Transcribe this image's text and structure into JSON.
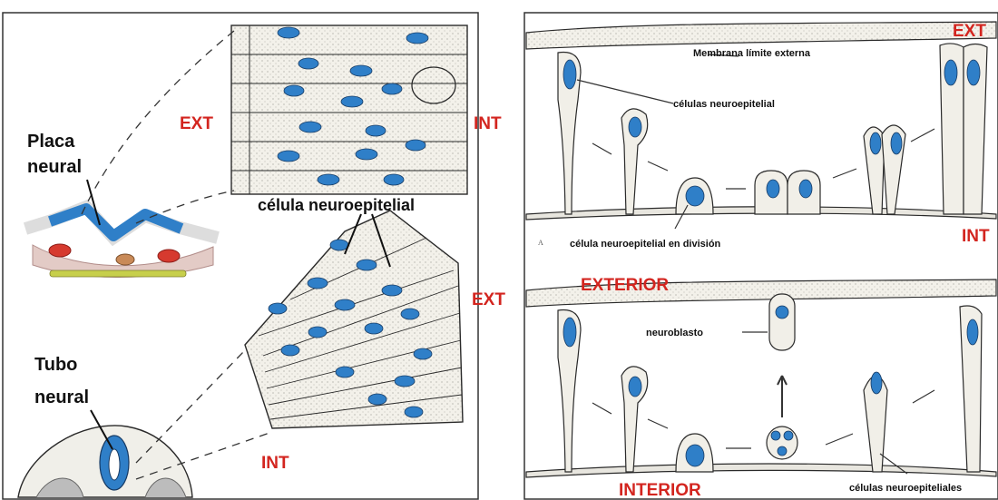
{
  "left_panel": {
    "labels": {
      "placa_neural_line1": "Placa",
      "placa_neural_line2": "neural",
      "tubo_neural_line1": "Tubo",
      "tubo_neural_line2": "neural",
      "celula_neuroepitelial": "célula neuroepitelial",
      "ext_top": "EXT",
      "int_top": "INT",
      "ext_mid": "EXT",
      "int_bottom": "INT"
    }
  },
  "right_panel": {
    "top": {
      "ext": "EXT",
      "int": "INT",
      "membrana": "Membrana límite externa",
      "celulas": "células neuroepitelial",
      "division": "célula neuroepitelial en división",
      "letter": "A"
    },
    "bottom": {
      "exterior": "EXTERIOR",
      "interior": "INTERIOR",
      "neuroblasto": "neuroblasto",
      "celulas": "células neuroepiteliales"
    }
  },
  "colors": {
    "label_red": "#d3251f",
    "nucleus_blue": "#2f7fc8",
    "tissue": "#f1efe8",
    "outline": "#2a2a2a"
  }
}
